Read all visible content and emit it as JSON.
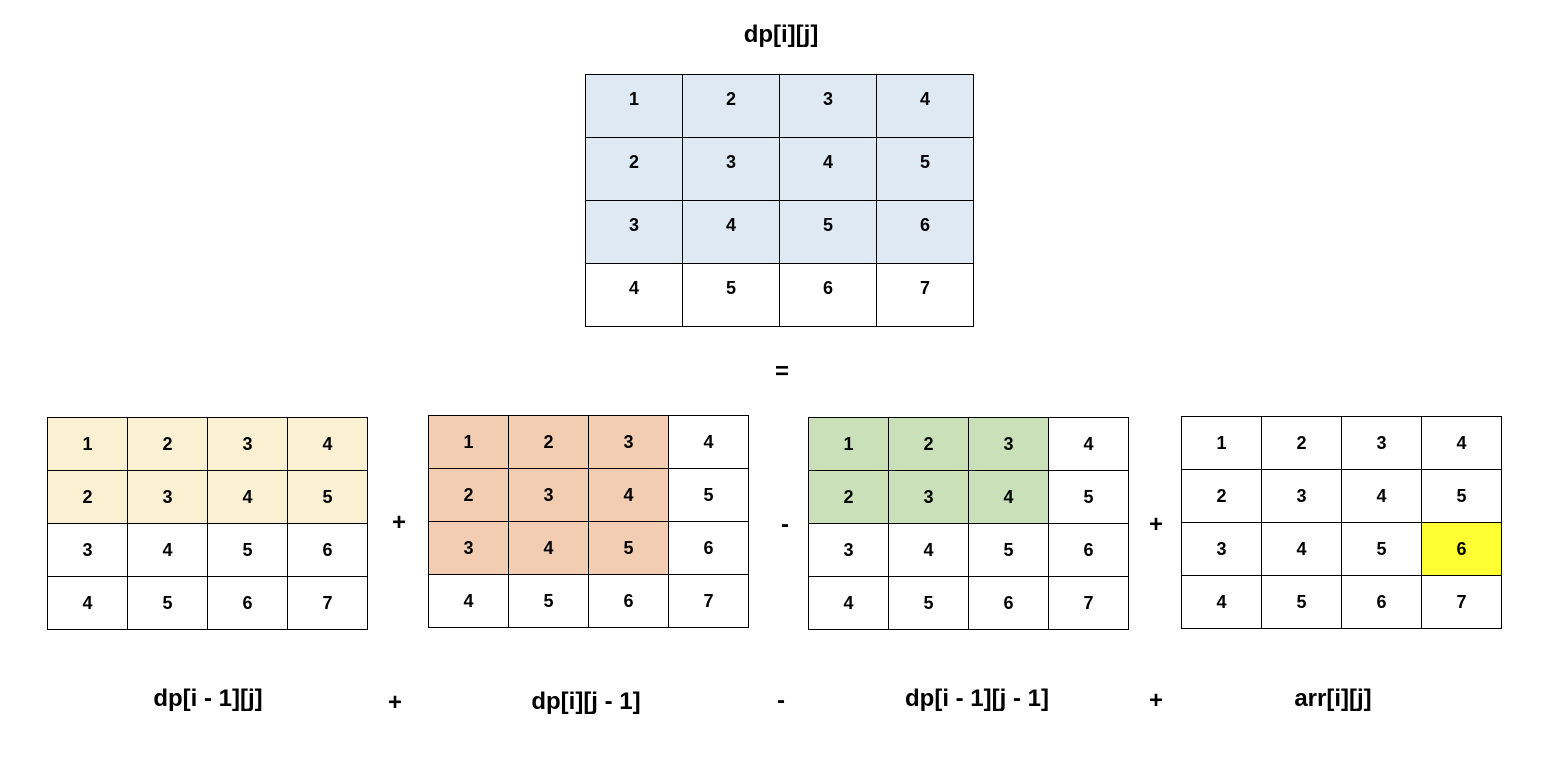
{
  "title": "dp[i][j]",
  "colors": {
    "main_highlight": "#dfe9f4",
    "prefix_top": "#fbf0d2",
    "prefix_left": "#f2cdb1",
    "prefix_overlap": "#c9e0b8",
    "target_cell": "#ffff33",
    "border": "#000000"
  },
  "main_grid": {
    "values": [
      [
        1,
        2,
        3,
        4
      ],
      [
        2,
        3,
        4,
        5
      ],
      [
        3,
        4,
        5,
        6
      ],
      [
        4,
        5,
        6,
        7
      ]
    ],
    "highlight_rows": 3,
    "highlight_cols": 4,
    "highlight_color": "#dfe9f4"
  },
  "equals_sign": "=",
  "grids": [
    {
      "values": [
        [
          1,
          2,
          3,
          4
        ],
        [
          2,
          3,
          4,
          5
        ],
        [
          3,
          4,
          5,
          6
        ],
        [
          4,
          5,
          6,
          7
        ]
      ],
      "highlight_rows": 2,
      "highlight_cols": 4,
      "highlight_color": "#fbf0d2",
      "label": "dp[i - 1][j]"
    },
    {
      "values": [
        [
          1,
          2,
          3,
          4
        ],
        [
          2,
          3,
          4,
          5
        ],
        [
          3,
          4,
          5,
          6
        ],
        [
          4,
          5,
          6,
          7
        ]
      ],
      "highlight_rows": 3,
      "highlight_cols": 3,
      "highlight_color": "#f2cdb1",
      "label": "dp[i][j - 1]"
    },
    {
      "values": [
        [
          1,
          2,
          3,
          4
        ],
        [
          2,
          3,
          4,
          5
        ],
        [
          3,
          4,
          5,
          6
        ],
        [
          4,
          5,
          6,
          7
        ]
      ],
      "highlight_rows": 2,
      "highlight_cols": 3,
      "highlight_color": "#c9e0b8",
      "label": "dp[i - 1][j - 1]"
    },
    {
      "values": [
        [
          1,
          2,
          3,
          4
        ],
        [
          2,
          3,
          4,
          5
        ],
        [
          3,
          4,
          5,
          6
        ],
        [
          4,
          5,
          6,
          7
        ]
      ],
      "highlight_cells": [
        [
          2,
          3
        ]
      ],
      "highlight_color": "#ffff33",
      "label": "arr[i][j]"
    }
  ],
  "operators": [
    "+",
    "-",
    "+"
  ]
}
